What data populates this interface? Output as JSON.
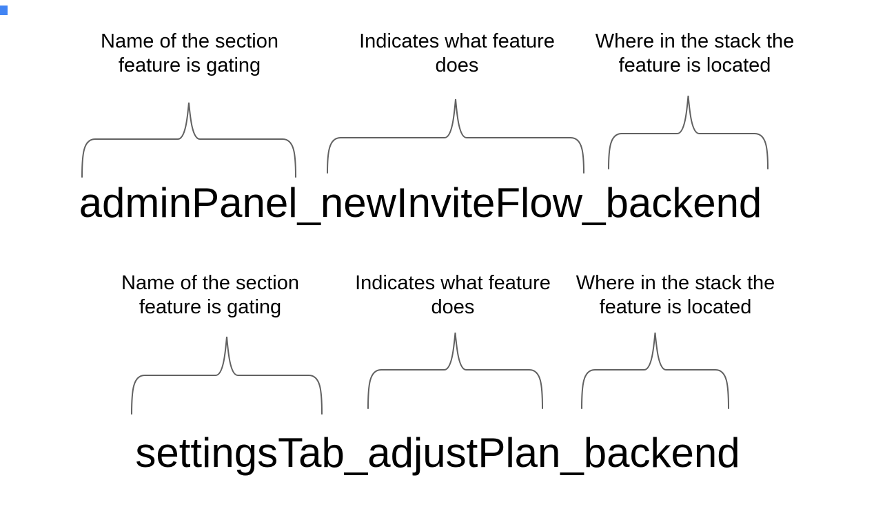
{
  "diagram": {
    "background": "#ffffff",
    "brace_color": "#616161",
    "text_color": "#000000",
    "artifact_color": "#4285f4",
    "groups": [
      {
        "flag_name": "adminPanel_newInviteFlow_backend",
        "labels": [
          {
            "line1": "Name of the section",
            "line2": "feature is gating"
          },
          {
            "line1": "Indicates what feature",
            "line2": "does"
          },
          {
            "line1": "Where in the stack the",
            "line2": "feature is located"
          }
        ]
      },
      {
        "flag_name": "settingsTab_adjustPlan_backend",
        "labels": [
          {
            "line1": "Name of the section",
            "line2": "feature is gating"
          },
          {
            "line1": "Indicates what feature",
            "line2": "does"
          },
          {
            "line1": "Where in the stack the",
            "line2": "feature is located"
          }
        ]
      }
    ]
  }
}
